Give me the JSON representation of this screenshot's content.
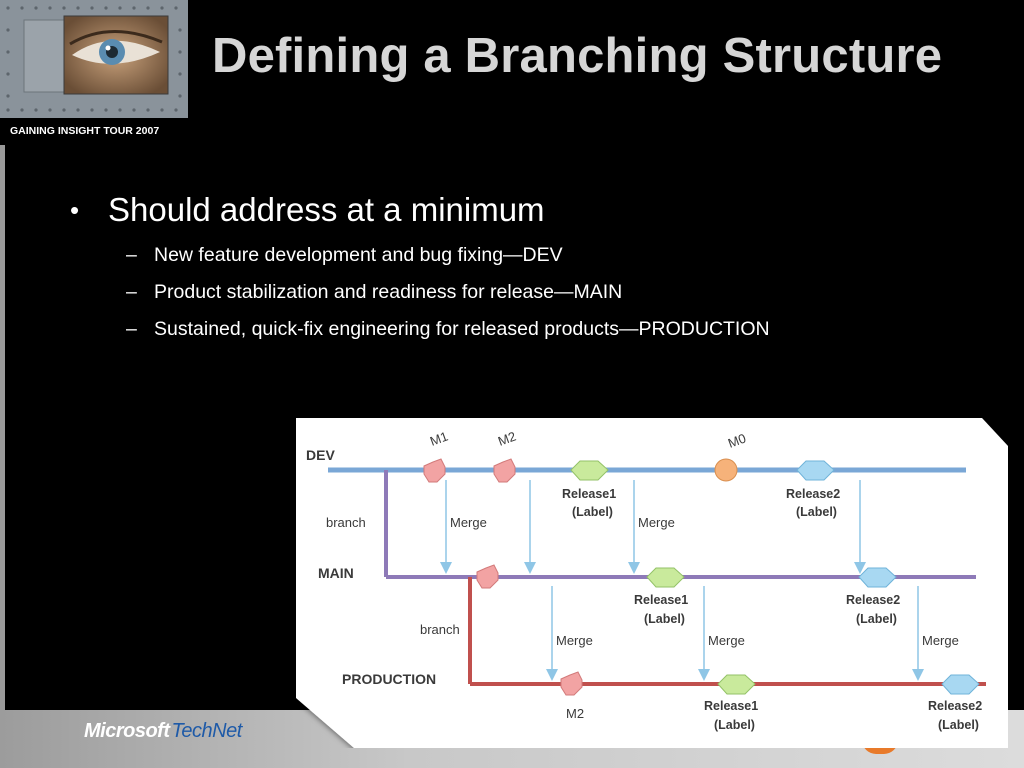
{
  "header": {
    "title": "Defining a Branching Structure",
    "tour_label": "GAINING INSIGHT TOUR 2007"
  },
  "content": {
    "main_bullet": "Should address at a minimum",
    "sub_bullets": [
      "New feature development and bug fixing—DEV",
      "Product stabilization and readiness for release—MAIN",
      "Sustained, quick-fix engineering for released products—PRODUCTION"
    ]
  },
  "diagram": {
    "lanes": {
      "dev": "DEV",
      "main": "MAIN",
      "production": "PRODUCTION"
    },
    "branch_label": "branch",
    "merge_label": "Merge",
    "milestones": {
      "m1": "M1",
      "m2": "M2",
      "m0": "M0",
      "prod_m2": "M2"
    },
    "release1": "Release1",
    "release2": "Release2",
    "label": "(Label)"
  },
  "footer": {
    "brand_ms": "Microsoft",
    "brand_tn": "TechNet"
  },
  "colors": {
    "dev_line": "#7aa7d6",
    "main_line": "#8e7ab8",
    "prod_line": "#c0504d",
    "milestone_red": "#f2a3a3",
    "milestone_orange": "#f6b27a",
    "release_green": "#c9ea9c",
    "release_blue": "#a8d8f2",
    "merge_arrow": "#8fc6e6"
  }
}
